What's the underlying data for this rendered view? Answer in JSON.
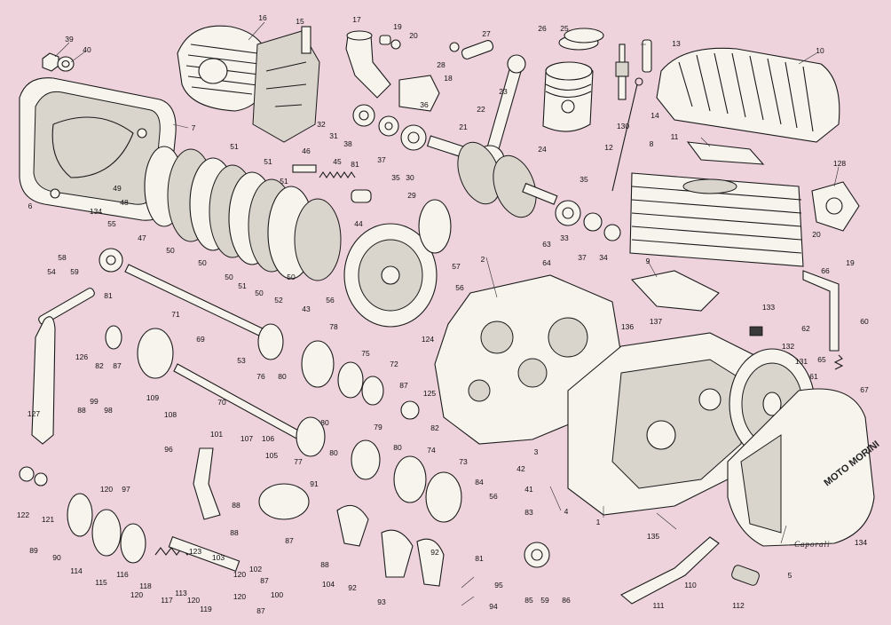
{
  "signature": "Caporali",
  "cover_brand": "MOTO MORINI",
  "callouts": [
    {
      "id": "c39",
      "text": "39"
    },
    {
      "id": "c40",
      "text": "40"
    },
    {
      "id": "c7",
      "text": "7"
    },
    {
      "id": "c6",
      "text": "6"
    },
    {
      "id": "c134a",
      "text": "134"
    },
    {
      "id": "c49",
      "text": "49"
    },
    {
      "id": "c48",
      "text": "48"
    },
    {
      "id": "c16",
      "text": "16"
    },
    {
      "id": "c15",
      "text": "15"
    },
    {
      "id": "c17",
      "text": "17"
    },
    {
      "id": "c19a",
      "text": "19"
    },
    {
      "id": "c20a",
      "text": "20"
    },
    {
      "id": "c27",
      "text": "27"
    },
    {
      "id": "c28",
      "text": "28"
    },
    {
      "id": "c26",
      "text": "26"
    },
    {
      "id": "c25",
      "text": "25"
    },
    {
      "id": "c13",
      "text": "13"
    },
    {
      "id": "c10",
      "text": "10"
    },
    {
      "id": "c18",
      "text": "18"
    },
    {
      "id": "c23",
      "text": "23"
    },
    {
      "id": "c22",
      "text": "22"
    },
    {
      "id": "c24",
      "text": "24"
    },
    {
      "id": "c130",
      "text": "130"
    },
    {
      "id": "c14",
      "text": "14"
    },
    {
      "id": "c12",
      "text": "12"
    },
    {
      "id": "c11",
      "text": "11"
    },
    {
      "id": "c8",
      "text": "8"
    },
    {
      "id": "c128",
      "text": "128"
    },
    {
      "id": "c32",
      "text": "32"
    },
    {
      "id": "c31",
      "text": "31"
    },
    {
      "id": "c38",
      "text": "38"
    },
    {
      "id": "c81a",
      "text": "81"
    },
    {
      "id": "c37a",
      "text": "37"
    },
    {
      "id": "c36",
      "text": "36"
    },
    {
      "id": "c21",
      "text": "21"
    },
    {
      "id": "c35a",
      "text": "35"
    },
    {
      "id": "c30",
      "text": "30"
    },
    {
      "id": "c51a",
      "text": "51"
    },
    {
      "id": "c51b",
      "text": "51"
    },
    {
      "id": "c51c",
      "text": "51"
    },
    {
      "id": "c46",
      "text": "46"
    },
    {
      "id": "c45",
      "text": "45"
    },
    {
      "id": "c44",
      "text": "44"
    },
    {
      "id": "c47",
      "text": "47"
    },
    {
      "id": "c50a",
      "text": "50"
    },
    {
      "id": "c50b",
      "text": "50"
    },
    {
      "id": "c50c",
      "text": "50"
    },
    {
      "id": "c50d",
      "text": "50"
    },
    {
      "id": "c50e",
      "text": "50"
    },
    {
      "id": "c51d",
      "text": "51"
    },
    {
      "id": "c52",
      "text": "52"
    },
    {
      "id": "c43",
      "text": "43"
    },
    {
      "id": "c56a",
      "text": "56"
    },
    {
      "id": "c29",
      "text": "29"
    },
    {
      "id": "c35b",
      "text": "35"
    },
    {
      "id": "c33",
      "text": "33"
    },
    {
      "id": "c37b",
      "text": "37"
    },
    {
      "id": "c34",
      "text": "34"
    },
    {
      "id": "c20b",
      "text": "20"
    },
    {
      "id": "c19b",
      "text": "19"
    },
    {
      "id": "c55",
      "text": "55"
    },
    {
      "id": "c58",
      "text": "58"
    },
    {
      "id": "c54",
      "text": "54"
    },
    {
      "id": "c59",
      "text": "59"
    },
    {
      "id": "c81b",
      "text": "81"
    },
    {
      "id": "c63",
      "text": "63"
    },
    {
      "id": "c64",
      "text": "64"
    },
    {
      "id": "c57",
      "text": "57"
    },
    {
      "id": "c56b",
      "text": "56"
    },
    {
      "id": "c2",
      "text": "2"
    },
    {
      "id": "c9",
      "text": "9"
    },
    {
      "id": "c66",
      "text": "66"
    },
    {
      "id": "c137",
      "text": "137"
    },
    {
      "id": "c133",
      "text": "133"
    },
    {
      "id": "c60",
      "text": "60"
    },
    {
      "id": "c62",
      "text": "62"
    },
    {
      "id": "c136",
      "text": "136"
    },
    {
      "id": "c132",
      "text": "132"
    },
    {
      "id": "c131",
      "text": "131"
    },
    {
      "id": "c65",
      "text": "65"
    },
    {
      "id": "c61",
      "text": "61"
    },
    {
      "id": "c67",
      "text": "67"
    },
    {
      "id": "c71",
      "text": "71"
    },
    {
      "id": "c69",
      "text": "69"
    },
    {
      "id": "c53",
      "text": "53"
    },
    {
      "id": "c78",
      "text": "78"
    },
    {
      "id": "c82a",
      "text": "82"
    },
    {
      "id": "c87a",
      "text": "87"
    },
    {
      "id": "c76",
      "text": "76"
    },
    {
      "id": "c80a",
      "text": "80"
    },
    {
      "id": "c75",
      "text": "75"
    },
    {
      "id": "c72",
      "text": "72"
    },
    {
      "id": "c124",
      "text": "124"
    },
    {
      "id": "c126",
      "text": "126"
    },
    {
      "id": "c87b",
      "text": "87"
    },
    {
      "id": "c125",
      "text": "125"
    },
    {
      "id": "c82b",
      "text": "82"
    },
    {
      "id": "c109",
      "text": "109"
    },
    {
      "id": "c88a",
      "text": "88"
    },
    {
      "id": "c99",
      "text": "99"
    },
    {
      "id": "c98",
      "text": "98"
    },
    {
      "id": "c108",
      "text": "108"
    },
    {
      "id": "c70",
      "text": "70"
    },
    {
      "id": "c80b",
      "text": "80"
    },
    {
      "id": "c79",
      "text": "79"
    },
    {
      "id": "c127",
      "text": "127"
    },
    {
      "id": "c101",
      "text": "101"
    },
    {
      "id": "c107",
      "text": "107"
    },
    {
      "id": "c106",
      "text": "106"
    },
    {
      "id": "c105",
      "text": "105"
    },
    {
      "id": "c77",
      "text": "77"
    },
    {
      "id": "c80c",
      "text": "80"
    },
    {
      "id": "c80d",
      "text": "80"
    },
    {
      "id": "c74",
      "text": "74"
    },
    {
      "id": "c96",
      "text": "96"
    },
    {
      "id": "c97",
      "text": "97"
    },
    {
      "id": "c73",
      "text": "73"
    },
    {
      "id": "c3",
      "text": "3"
    },
    {
      "id": "c42",
      "text": "42"
    },
    {
      "id": "c41",
      "text": "41"
    },
    {
      "id": "c122",
      "text": "122"
    },
    {
      "id": "c121",
      "text": "121"
    },
    {
      "id": "c120a",
      "text": "120"
    },
    {
      "id": "c91",
      "text": "91"
    },
    {
      "id": "c84",
      "text": "84"
    },
    {
      "id": "c56c",
      "text": "56"
    },
    {
      "id": "c4",
      "text": "4"
    },
    {
      "id": "c1",
      "text": "1"
    },
    {
      "id": "c135",
      "text": "135"
    },
    {
      "id": "c134b",
      "text": "134"
    },
    {
      "id": "c89",
      "text": "89"
    },
    {
      "id": "c90",
      "text": "90"
    },
    {
      "id": "c114",
      "text": "114"
    },
    {
      "id": "c115",
      "text": "115"
    },
    {
      "id": "c116",
      "text": "116"
    },
    {
      "id": "c120b",
      "text": "120"
    },
    {
      "id": "c118",
      "text": "118"
    },
    {
      "id": "c117",
      "text": "117"
    },
    {
      "id": "c113",
      "text": "113"
    },
    {
      "id": "c120c",
      "text": "120"
    },
    {
      "id": "c119",
      "text": "119"
    },
    {
      "id": "c123",
      "text": "123"
    },
    {
      "id": "c103",
      "text": "103"
    },
    {
      "id": "c102",
      "text": "102"
    },
    {
      "id": "c100",
      "text": "100"
    },
    {
      "id": "c87c",
      "text": "87"
    },
    {
      "id": "c88b",
      "text": "88"
    },
    {
      "id": "c87d",
      "text": "87"
    },
    {
      "id": "c104",
      "text": "104"
    },
    {
      "id": "c88c",
      "text": "88"
    },
    {
      "id": "c92a",
      "text": "92"
    },
    {
      "id": "c93",
      "text": "93"
    },
    {
      "id": "c92b",
      "text": "92"
    },
    {
      "id": "c95",
      "text": "95"
    },
    {
      "id": "c94",
      "text": "94"
    },
    {
      "id": "c83",
      "text": "83"
    },
    {
      "id": "c81c",
      "text": "81"
    },
    {
      "id": "c85",
      "text": "85"
    },
    {
      "id": "c59b",
      "text": "59"
    },
    {
      "id": "c86",
      "text": "86"
    },
    {
      "id": "c110",
      "text": "110"
    },
    {
      "id": "c111",
      "text": "111"
    },
    {
      "id": "c112",
      "text": "112"
    },
    {
      "id": "c5",
      "text": "5"
    },
    {
      "id": "c120d",
      "text": "120"
    },
    {
      "id": "c88d",
      "text": "88"
    },
    {
      "id": "c87e",
      "text": "87"
    },
    {
      "id": "c120e",
      "text": "120"
    }
  ]
}
